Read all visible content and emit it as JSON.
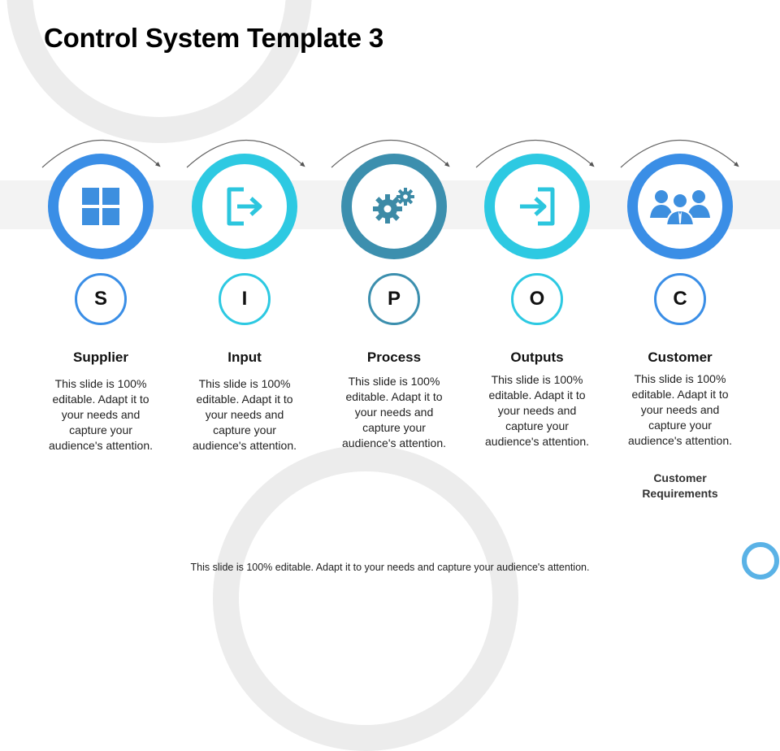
{
  "title": "Control System Template 3",
  "colors": {
    "blue": "#3a8ee6",
    "cyan": "#2dc9e2",
    "teal": "#3c8fae",
    "icon_blue": "#3d8fdf",
    "icon_cyan": "#2cc6de",
    "icon_teal": "#3c8aa6",
    "corner_ring": "#5ab2e6"
  },
  "steps": [
    {
      "letter": "S",
      "heading": "Supplier",
      "icon": "grid-icon",
      "desc": [
        "This slide is 100%",
        "editable. Adapt it to",
        "your needs and",
        "capture your",
        "audience's attention."
      ]
    },
    {
      "letter": "I",
      "heading": "Input",
      "icon": "sign-out-icon",
      "desc": [
        "This slide is 100%",
        "editable. Adapt it to",
        "your needs and",
        "capture your",
        "audience's attention."
      ]
    },
    {
      "letter": "P",
      "heading": "Process",
      "icon": "gears-icon",
      "desc": [
        "This slide is 100%",
        "editable. Adapt it to",
        "your needs and",
        "capture your",
        "audience's attention."
      ]
    },
    {
      "letter": "O",
      "heading": "Outputs",
      "icon": "sign-in-icon",
      "desc": [
        "This slide is 100%",
        "editable. Adapt it to",
        "your needs and",
        "capture your",
        "audience's attention."
      ]
    },
    {
      "letter": "C",
      "heading": "Customer",
      "icon": "users-icon",
      "desc": [
        "This slide is 100%",
        "editable. Adapt it to",
        "your needs and",
        "capture your",
        "audience's attention."
      ],
      "extra": [
        "Customer",
        "Requirements"
      ]
    }
  ],
  "footer": "This slide is 100% editable. Adapt it to your needs and capture your audience's attention."
}
